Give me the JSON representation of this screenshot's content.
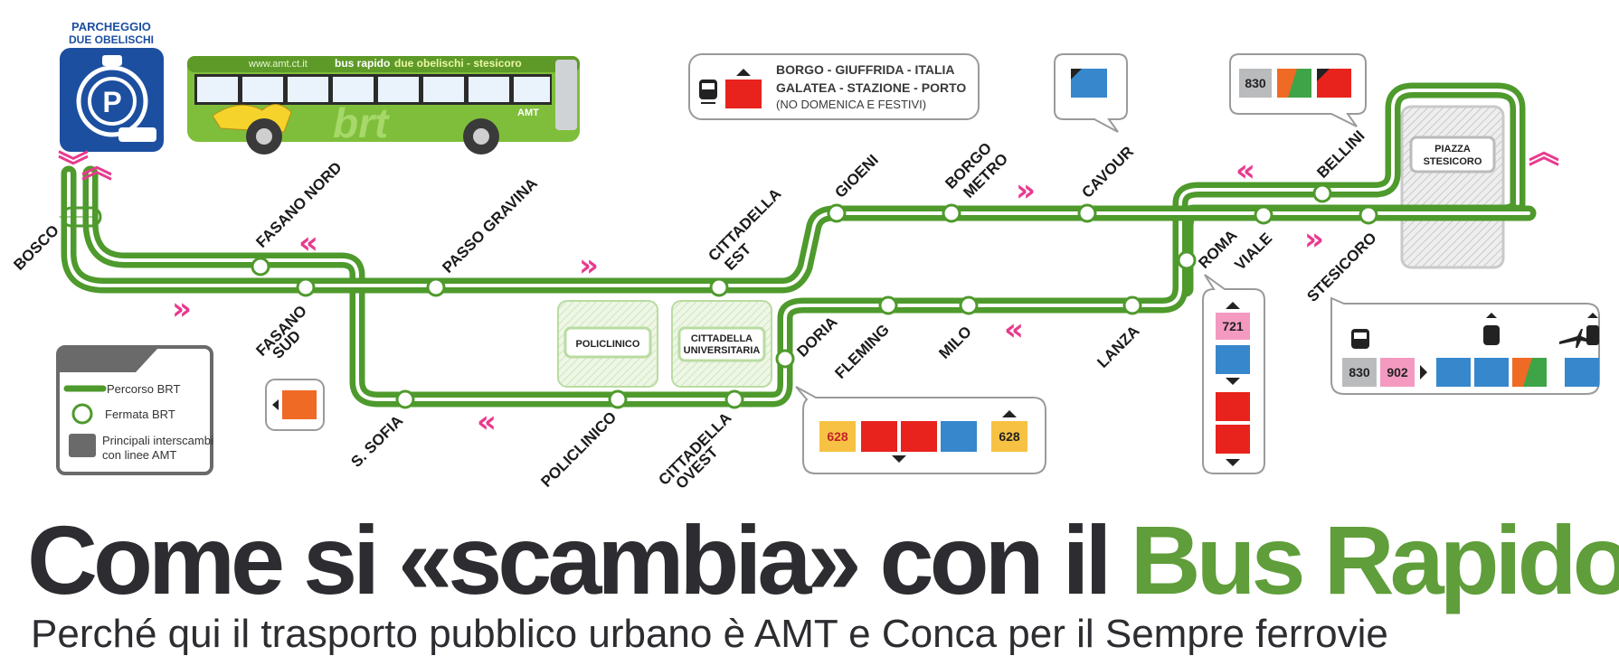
{
  "parking": {
    "line1": "PARCHEGGIO",
    "line2": "DUE OBELISCHI"
  },
  "bus": {
    "website": "www.amt.ct.it",
    "route_prefix": "bus rapido",
    "route_name": "due obelischi - stesicoro",
    "logo": "brt",
    "brand": "AMT"
  },
  "stops": [
    {
      "id": "bosco",
      "lines": [
        "BOSCO"
      ]
    },
    {
      "id": "fasano-nord",
      "lines": [
        "FASANO NORD"
      ]
    },
    {
      "id": "fasano-sud",
      "lines": [
        "FASANO",
        "SUD"
      ]
    },
    {
      "id": "passo-gravina",
      "lines": [
        "PASSO GRAVINA"
      ]
    },
    {
      "id": "cittadella-est",
      "lines": [
        "CITTADELLA",
        "EST"
      ]
    },
    {
      "id": "gioeni",
      "lines": [
        "GIOENI"
      ]
    },
    {
      "id": "borgo-metro",
      "lines": [
        "BORGO",
        "METRO"
      ]
    },
    {
      "id": "cavour",
      "lines": [
        "CAVOUR"
      ]
    },
    {
      "id": "bellini",
      "lines": [
        "BELLINI"
      ]
    },
    {
      "id": "roma",
      "lines": [
        "ROMA"
      ]
    },
    {
      "id": "viale",
      "lines": [
        "VIALE"
      ]
    },
    {
      "id": "stesicoro",
      "lines": [
        "STESICORO"
      ]
    },
    {
      "id": "lanza",
      "lines": [
        "LANZA"
      ]
    },
    {
      "id": "milo",
      "lines": [
        "MILO"
      ]
    },
    {
      "id": "fleming",
      "lines": [
        "FLEMING"
      ]
    },
    {
      "id": "doria",
      "lines": [
        "DORIA"
      ]
    },
    {
      "id": "cittadella-ovest",
      "lines": [
        "CITTADELLA",
        "OVEST"
      ]
    },
    {
      "id": "policlinico-stop",
      "lines": [
        "POLICLINICO"
      ]
    },
    {
      "id": "s-sofia",
      "lines": [
        "S. SOFIA"
      ]
    }
  ],
  "areas": {
    "policlinico": "POLICLINICO",
    "cittadella_univ": [
      "CITTADELLA",
      "UNIVERSITARIA"
    ],
    "piazza": [
      "PIAZZA",
      "STESICORO"
    ]
  },
  "info_borgo": {
    "line1": "BORGO - GIUFFRIDA - ITALIA",
    "line2": "GALATEA - STAZIONE - PORTO",
    "note": "(NO DOMENICA E FESTIVI)"
  },
  "badges": {
    "b830": "830",
    "b721": "721",
    "b628": "628",
    "b902": "902"
  },
  "legend": {
    "route": "Percorso BRT",
    "stop": "Fermata BRT",
    "interchange_1": "Principali interscambi",
    "interchange_2": "con linee AMT"
  },
  "headline": {
    "main": "Come si «scambia» con il ",
    "accent": "Bus Rapido"
  },
  "subline": "Perché qui il trasporto pubblico urbano è AMT e Conca per il Sempre ferrovie"
}
